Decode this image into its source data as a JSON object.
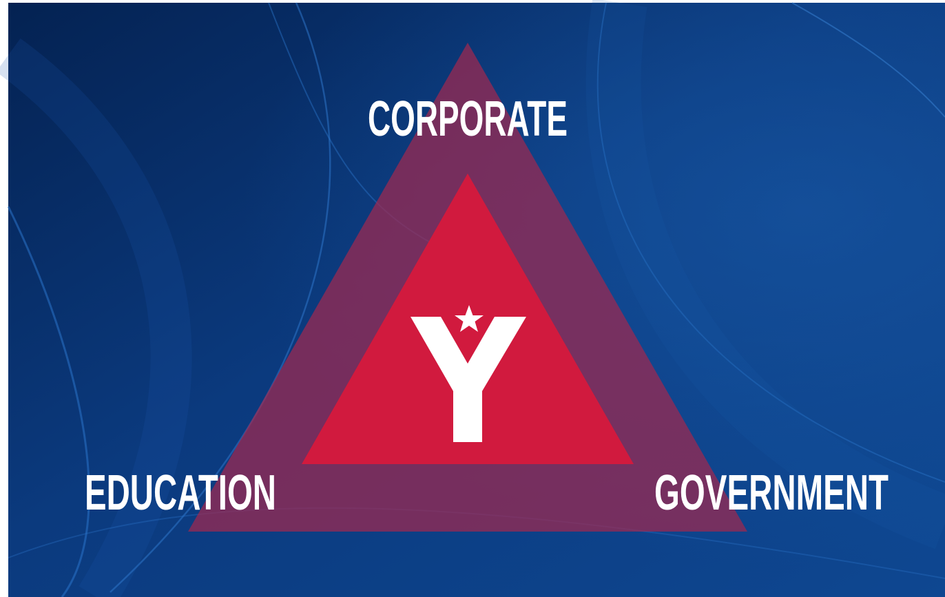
{
  "diagram": {
    "labels": {
      "top": "CORPORATE",
      "bottom_left": "EDUCATION",
      "bottom_right": "GOVERNMENT"
    },
    "logo": {
      "icon": "y-star-logo-icon"
    }
  },
  "colors": {
    "background_dark": "#06285a",
    "background_mid": "#0d3f86",
    "curve_highlight": "#2a73c8",
    "outer_triangle": "#8e2a4c",
    "inner_triangle": "#d11a3e",
    "text": "#ffffff"
  }
}
